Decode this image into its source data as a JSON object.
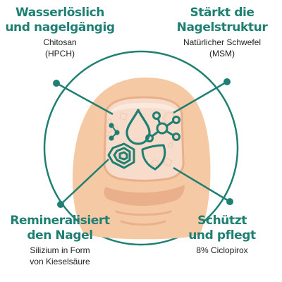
{
  "colors": {
    "accent": "#1e7f72",
    "skin": "#f4c9a3",
    "skin_dark": "#eab08c",
    "nail": "#f7dccb",
    "text": "#1f1f1f"
  },
  "icons": [
    "molecule-icon",
    "drop-icon",
    "sulfur-molecule-icon",
    "gem-icon",
    "shield-icon"
  ],
  "benefits": {
    "top_left": {
      "title_line1": "Wasserlöslich",
      "title_line2": "und nagelgängig",
      "sub_line1": "Chitosan",
      "sub_line2": "(HPCH)"
    },
    "top_right": {
      "title_line1": "Stärkt die",
      "title_line2": "Nagelstruktur",
      "sub_line1": "Natürlicher Schwefel",
      "sub_line2": "(MSM)"
    },
    "bottom_left": {
      "title_line1": "Remineralisiert",
      "title_line2": "den Nagel",
      "sub_line1": "Silizium in Form",
      "sub_line2": "von Kieselsäure"
    },
    "bottom_right": {
      "title_line1": "Schützt",
      "title_line2": "und pflegt",
      "sub_line1": "8% Ciclopirox",
      "sub_line2": ""
    }
  }
}
